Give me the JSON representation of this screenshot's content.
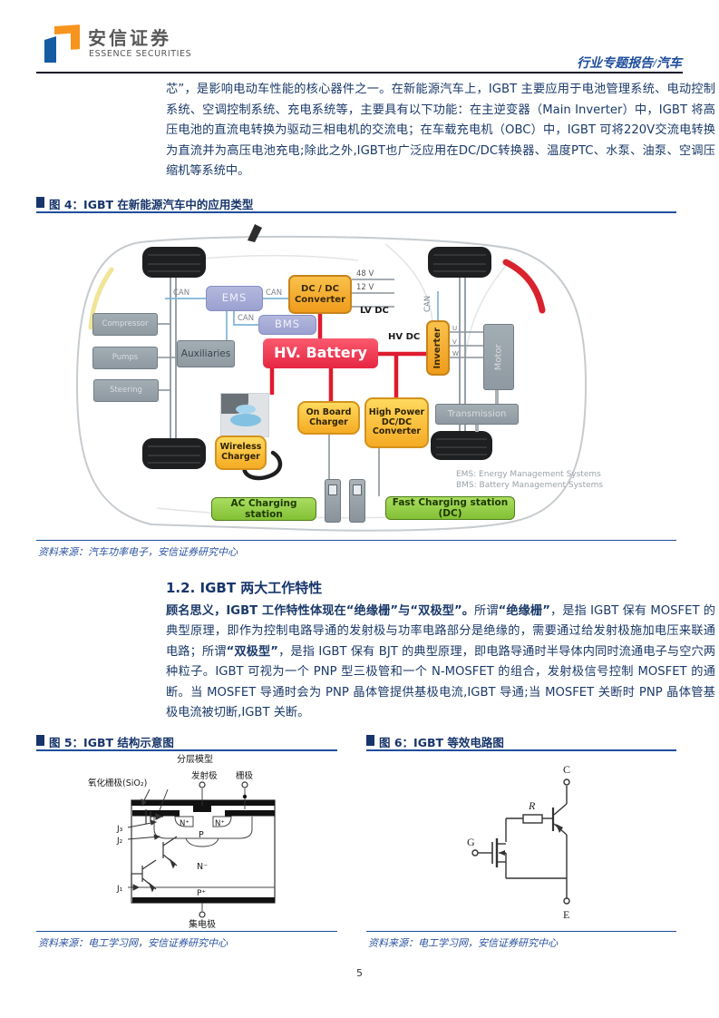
{
  "header": {
    "brand_cn": "安信证券",
    "brand_en": "ESSENCE SECURITIES",
    "report_label": "行业专题报告/汽车"
  },
  "body": {
    "para1": "芯”，是影响电动车性能的核心器件之一。在新能源汽车上，IGBT 主要应用于电池管理系统、电动控制系统、空调控制系统、充电系统等，主要具有以下功能：在主逆变器（Main Inverter）中，IGBT 将高压电池的直流电转换为驱动三相电机的交流电；在车载充电机（OBC）中，IGBT 可将220V交流电转换为直流并为高压电池充电;除此之外,IGBT也广泛应用在DC/DC转换器、温度PTC、水泵、油泵、空调压缩机等系统中。",
    "section_heading": "1.2. IGBT 两大工作特性",
    "para2_runs": [
      {
        "text": "顾名思义，IGBT 工作特性体现在“绝缘栅”与“双极型”。",
        "bold": true
      },
      {
        "text": "所谓",
        "bold": false
      },
      {
        "text": "“绝缘栅”",
        "bold": true
      },
      {
        "text": "，是指 IGBT 保有 MOSFET 的典型原理，即作为控制电路导通的发射极与功率电路部分是绝缘的，需要通过给发射极施加电压来联通电路；所谓",
        "bold": false
      },
      {
        "text": "“双极型”",
        "bold": true
      },
      {
        "text": "，是指 IGBT 保有 BJT 的典型原理，即电路导通时半导体内同时流通电子与空穴两种粒子。IGBT 可视为一个 PNP 型三极管和一个 N-MOSFET 的组合，发射极信号控制 MOSFET 的通断。当 MOSFET 导通时会为 PNP 晶体管提供基极电流,IGBT 导通;当 MOSFET 关断时 PNP 晶体管基极电流被切断,IGBT 关断。",
        "bold": false
      }
    ]
  },
  "figure4": {
    "title": "图 4：IGBT 在新能源汽车中的应用类型",
    "source": "资料来源：汽车功率电子，安信证券研究中心",
    "boxes": {
      "compressor": "Compressor",
      "pumps": "Pumps",
      "steering": "Steering",
      "auxiliaries": "Auxiliaries",
      "ems": "EMS",
      "bms": "BMS",
      "dcdc": "DC / DC\nConverter",
      "hv_battery": "HV. Battery",
      "inverter": "Inverter",
      "motor": "Motor",
      "transmission": "Transmission",
      "obc": "On Board\nCharger",
      "hp_dcdc": "High Power\nDC/DC\nConverter",
      "wireless": "Wireless\nCharger",
      "ac_station": "AC Charging station",
      "fast_station": "Fast Charging station (DC)"
    },
    "wire_labels": {
      "can_left": "CAN",
      "can_mid": "CAN",
      "can_bms": "CAN",
      "can_inverter": "CAN",
      "v48": "48 V",
      "v12": "12 V",
      "lv_dc": "LV DC",
      "hv_dc": "HV DC",
      "u": "U",
      "v": "V",
      "w": "W"
    },
    "legend_line1": "EMS: Energy Management Systems",
    "legend_line2": "BMS: Battery Management Systems"
  },
  "figure5": {
    "title": "图 5：IGBT 结构示意图",
    "source": "资料来源：电工学习网，安信证券研究中心",
    "labels": {
      "model": "分层模型",
      "oxide": "氧化栅极(SiO₂)",
      "emitter": "发射极",
      "gate": "栅极",
      "j3": "J₃",
      "j2": "J₂",
      "j1": "J₁",
      "n_plus_left": "N⁺",
      "n_plus_right": "N⁺",
      "p_region": "P",
      "n_minus": "N⁻",
      "p_plus": "P⁺",
      "collector": "集电极"
    }
  },
  "figure6": {
    "title": "图 6：IGBT 等效电路图",
    "source": "资料来源：电工学习网，安信证券研究中心",
    "labels": {
      "c": "C",
      "e": "E",
      "g": "G",
      "r": "R"
    }
  },
  "footer": {
    "page_number": "5"
  },
  "colors": {
    "accent_navy": "#17356b",
    "rule_blue": "#1f4e9c",
    "battery_red": "#ee3350",
    "box_yellow": "#f5ab24",
    "station_green": "#8cc63f"
  }
}
